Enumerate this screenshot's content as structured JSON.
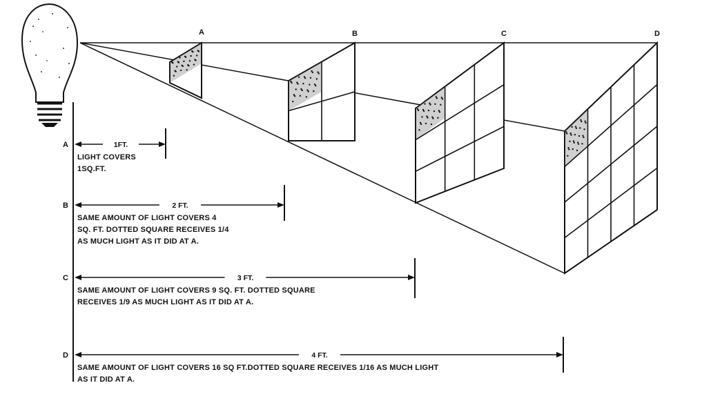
{
  "stations": [
    {
      "letter": "A",
      "distance": "1FT.",
      "lines": [
        "LIGHT COVERS",
        "1SQ.FT."
      ]
    },
    {
      "letter": "B",
      "distance": "2 FT.",
      "lines": [
        "SAME AMOUNT OF LIGHT COVERS 4",
        "SQ. FT. DOTTED SQUARE RECEIVES 1/4",
        "AS MUCH LIGHT AS IT DID AT A."
      ]
    },
    {
      "letter": "C",
      "distance": "3 FT.",
      "lines": [
        "SAME AMOUNT OF LIGHT COVERS 9 SQ. FT. DOTTED SQUARE",
        "RECEIVES 1/9 AS MUCH LIGHT AS IT DID AT A."
      ]
    },
    {
      "letter": "D",
      "distance": "4 FT.",
      "lines": [
        "SAME AMOUNT OF LIGHT COVERS 16 SQ FT.DOTTED SQUARE RECEIVES 1/16 AS MUCH LIGHT",
        "AS IT DID AT A."
      ]
    }
  ],
  "screen_grid_sizes": [
    1,
    2,
    3,
    4
  ],
  "icons": {
    "light_source": "light-bulb-icon"
  },
  "colors": {
    "ink": "#111111",
    "background": "#ffffff"
  }
}
